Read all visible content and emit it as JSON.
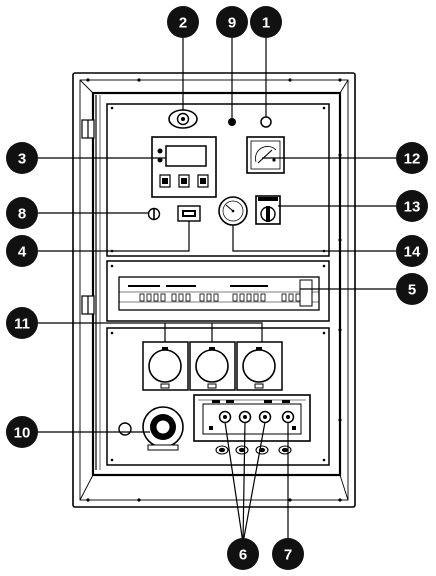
{
  "callouts": [
    {
      "id": "c1",
      "label": "1"
    },
    {
      "id": "c2",
      "label": "2"
    },
    {
      "id": "c3",
      "label": "3"
    },
    {
      "id": "c4",
      "label": "4"
    },
    {
      "id": "c5",
      "label": "5"
    },
    {
      "id": "c6",
      "label": "6"
    },
    {
      "id": "c7",
      "label": "7"
    },
    {
      "id": "c8",
      "label": "8"
    },
    {
      "id": "c9",
      "label": "9"
    },
    {
      "id": "c10",
      "label": "10"
    },
    {
      "id": "c11",
      "label": "11"
    },
    {
      "id": "c12",
      "label": "12"
    },
    {
      "id": "c13",
      "label": "13"
    },
    {
      "id": "c14",
      "label": "14"
    }
  ],
  "colors": {
    "ink": "#000000",
    "panel": "#ffffff",
    "badge": "#111111"
  }
}
